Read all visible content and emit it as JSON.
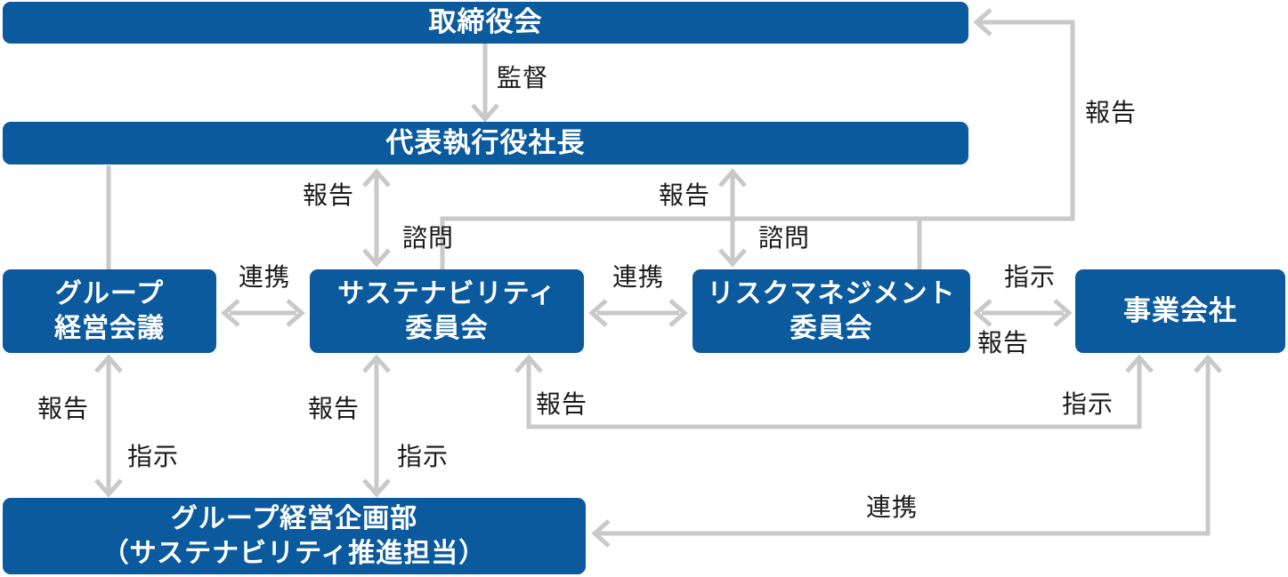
{
  "diagram": {
    "title_semantic": "governance-structure-diagram",
    "colors": {
      "box_fill": "#0b5a9d",
      "box_text": "#ffffff",
      "connector": "#c9c9c9",
      "label_text": "#1a1a1a",
      "background": "#ffffff"
    }
  },
  "nodes": {
    "board_of_directors": {
      "label": "取締役会"
    },
    "president": {
      "label": "代表執行役社長"
    },
    "group_management_meeting": {
      "label": [
        "グループ",
        "経営会議"
      ]
    },
    "sustainability_committee": {
      "label": [
        "サステナビリティ",
        "委員会"
      ]
    },
    "risk_management_committee": {
      "label": [
        "リスクマネジメント",
        "委員会"
      ]
    },
    "business_companies": {
      "label": "事業会社"
    },
    "group_planning_dept": {
      "label": [
        "グループ経営企画部",
        "（サステナビリティ推進担当）"
      ]
    }
  },
  "edge_labels": {
    "supervision": "監督",
    "report": "報告",
    "consultation": "諮問",
    "collaboration": "連携",
    "instruction": "指示"
  }
}
